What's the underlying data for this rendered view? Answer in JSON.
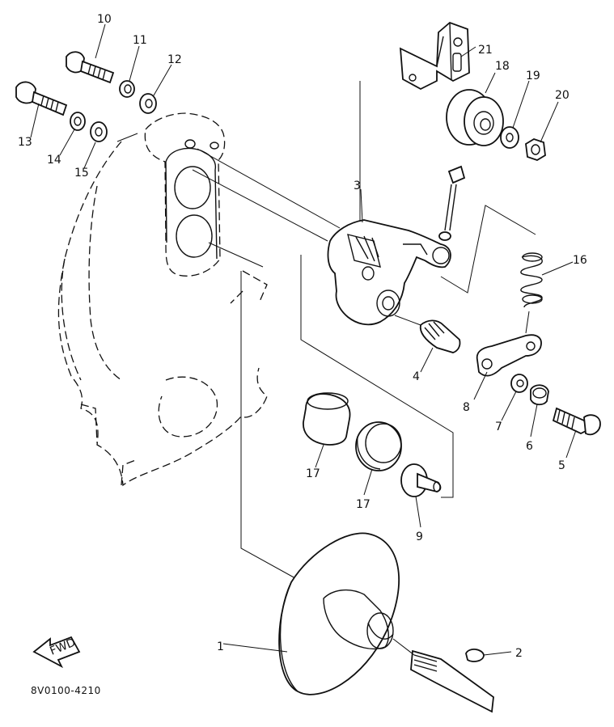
{
  "diagram": {
    "drawing_code": "8V0100-4210",
    "fwd_label": "FWD",
    "part_callouts": [
      "1",
      "2",
      "3",
      "4",
      "5",
      "6",
      "7",
      "8",
      "9",
      "10",
      "11",
      "12",
      "13",
      "14",
      "15",
      "16",
      "17",
      "17",
      "18",
      "19",
      "20",
      "21"
    ]
  }
}
